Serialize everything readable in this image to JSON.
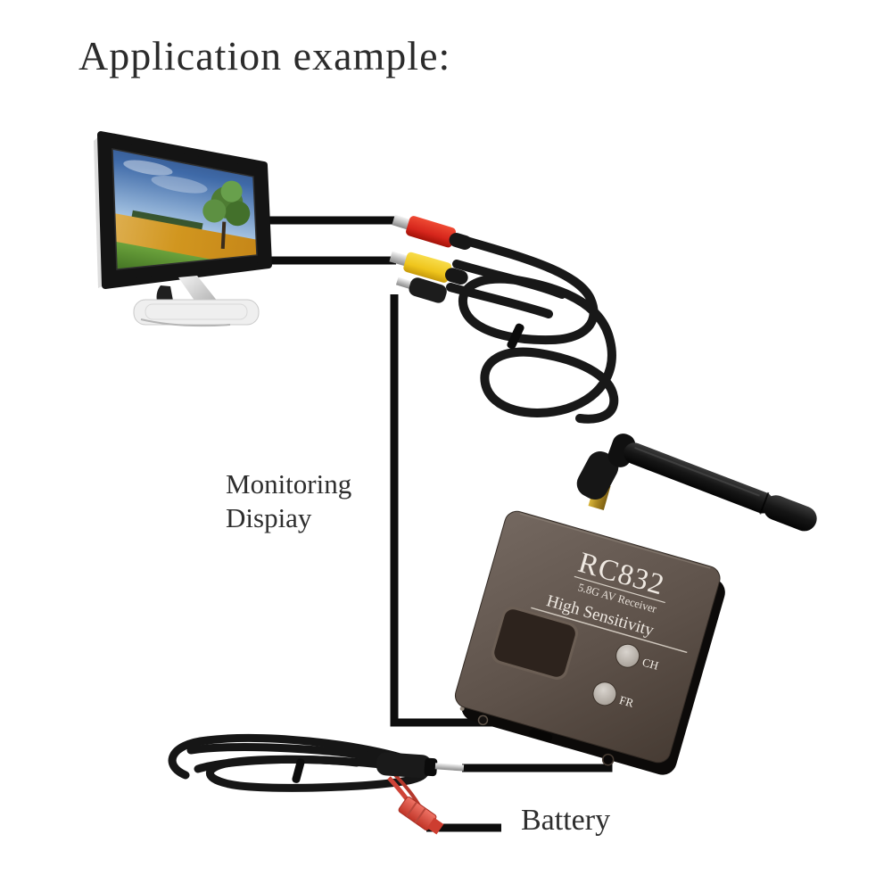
{
  "title": "Application example:",
  "diagram_labels": {
    "monitoring_display_line1": "Monitoring",
    "monitoring_display_line2": "Dispiay",
    "battery": "Battery"
  },
  "receiver": {
    "model": "RC832",
    "subtitle": "5.8G AV Receiver",
    "feature": "High Sensitivity",
    "channel_button": "CH",
    "frequency_button": "FR"
  },
  "colors": {
    "background": "#ffffff",
    "text": "#2d2d2d",
    "connector_line": "#0d0d0d",
    "rca_video_plug": "#d92a1a",
    "rca_audio_plug": "#f0c51e",
    "jst_connector": "#e05548",
    "receiver_body": "#5e5249",
    "antenna": "#141414",
    "monitor_bezel": "#141414"
  }
}
